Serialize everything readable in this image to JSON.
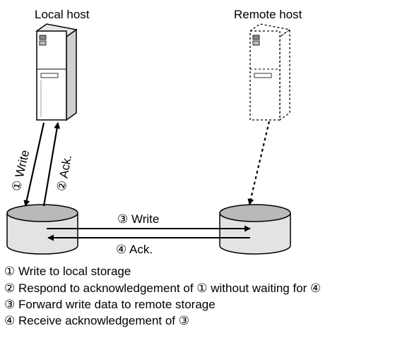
{
  "hosts": {
    "local_label": "Local host",
    "remote_label": "Remote host"
  },
  "arrows": {
    "write_local": "① Write",
    "ack_local": "② Ack.",
    "write_remote": "③ Write",
    "ack_remote": "④ Ack."
  },
  "legend": [
    "① Write to local storage",
    "② Respond to acknowledgement of ① without waiting for ④",
    "③ Forward write data to remote storage",
    "④ Receive acknowledgement of ③"
  ],
  "colors": {
    "cylinder_fill": "#e3e3e3",
    "cylinder_top": "#b9b9b9",
    "server_body": "#ffffff",
    "server_side": "#cfcfcf",
    "line": "#000000"
  }
}
